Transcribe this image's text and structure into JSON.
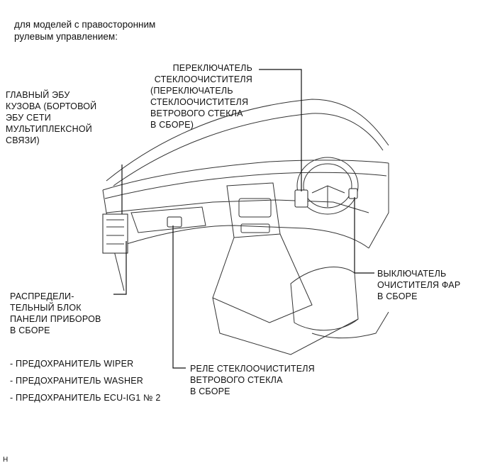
{
  "header": {
    "lines": [
      "для моделей с правосторонним",
      "рулевым управлением:"
    ]
  },
  "labels": {
    "wiper_switch": [
      "ПЕРЕКЛЮЧАТЕЛЬ",
      "СТЕКЛООЧИСТИТЕЛЯ",
      "(ПЕРЕКЛЮЧАТЕЛЬ",
      "СТЕКЛООЧИСТИТЕЛЯ",
      "ВЕТРОВОГО СТЕКЛА",
      "В СБОРЕ)"
    ],
    "main_ecu": [
      "ГЛАВНЫЙ ЭБУ",
      "КУЗОВА (БОРТОВОЙ",
      "ЭБУ СЕТИ",
      "МУЛЬТИПЛЕКСНОЙ",
      "СВЯЗИ)"
    ],
    "junction_block": [
      "РАСПРЕДЕЛИ-",
      "ТЕЛЬНЫЙ БЛОК",
      "ПАНЕЛИ ПРИБОРОВ",
      "В СБОРЕ"
    ],
    "headlamp_cleaner_switch": [
      "ВЫКЛЮЧАТЕЛЬ",
      "ОЧИСТИТЕЛЯ ФАР",
      "В СБОРЕ"
    ],
    "wiper_relay": [
      "РЕЛЕ СТЕКЛООЧИСТИТЕЛЯ",
      "ВЕТРОВОГО СТЕКЛА",
      "В СБОРЕ"
    ]
  },
  "fuses": [
    "- ПРЕДОХРАНИТЕЛЬ WIPER",
    "- ПРЕДОХРАНИТЕЛЬ WASHER",
    "- ПРЕДОХРАНИТЕЛЬ ECU-IG1 № 2"
  ],
  "footer_code": "H"
}
